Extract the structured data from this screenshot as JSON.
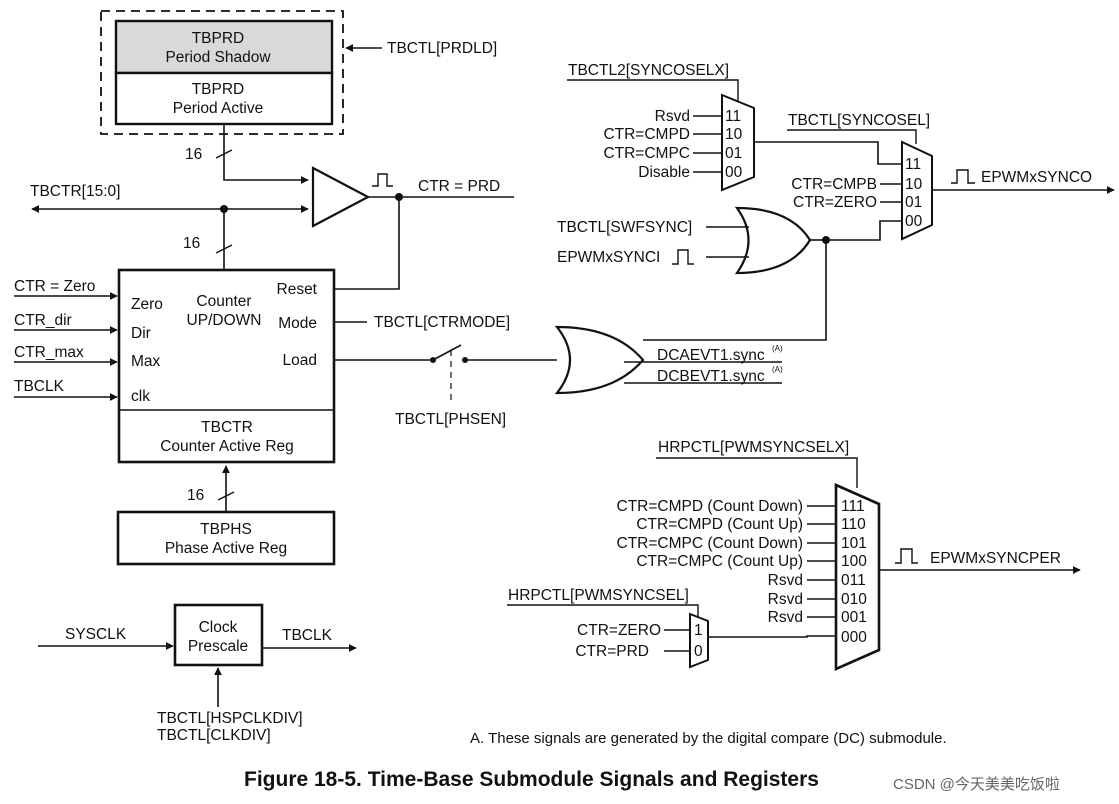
{
  "caption": "Figure 18-5. Time-Base Submodule Signals and Registers",
  "watermark": "CSDN @今天美美吃饭啦",
  "footnote": "A.  These signals are generated by the digital compare (DC) submodule.",
  "footnote_marker": "(A)",
  "blocks": {
    "period_shadow": [
      "TBPRD",
      "Period Shadow"
    ],
    "period_active": [
      "TBPRD",
      "Period Active"
    ],
    "counter_core": [
      "Counter",
      "UP/DOWN"
    ],
    "counter_active": [
      "TBCTR",
      "Counter Active Reg"
    ],
    "phase_active": [
      "TBPHS",
      "Phase Active Reg"
    ],
    "clock_prescale": [
      "Clock",
      "Prescale"
    ]
  },
  "counter_ports": {
    "left": [
      "Zero",
      "Dir",
      "Max",
      "clk"
    ],
    "right": [
      "Reset",
      "Mode",
      "Load"
    ]
  },
  "signals": {
    "prdld": "TBCTL[PRDLD]",
    "tbctr_bus": "TBCTR[15:0]",
    "ctr_prd": "CTR = PRD",
    "bus_width": "16",
    "inputs_left": [
      "CTR = Zero",
      "CTR_dir",
      "CTR_max",
      "TBCLK"
    ],
    "ctrmode": "TBCTL[CTRMODE]",
    "phsen": "TBCTL[PHSEN]",
    "dcaevt": "DCAEVT1.sync",
    "dcbevt": "DCBEVT1.sync",
    "sysclk": "SYSCLK",
    "tbclk_out": "TBCLK",
    "clkdiv": [
      "TBCTL[HSPCLKDIV]",
      "TBCTL[CLKDIV]"
    ],
    "syncoselx": "TBCTL2[SYNCOSELX]",
    "syncosel": "TBCTL[SYNCOSEL]",
    "swfsync": "TBCTL[SWFSYNC]",
    "synci": "EPWMxSYNCI",
    "synco": "EPWMxSYNCO",
    "pwmsyncselx": "HRPCTL[PWMSYNCSELX]",
    "pwmsyncsel": "HRPCTL[PWMSYNCSEL]",
    "syncper": "EPWMxSYNCPER"
  },
  "mux_syncoselx": {
    "inputs": [
      "Rsvd",
      "CTR=CMPD",
      "CTR=CMPC",
      "Disable"
    ],
    "codes": [
      "11",
      "10",
      "01",
      "00"
    ]
  },
  "mux_syncosel": {
    "inputs": [
      "CTR=CMPB",
      "CTR=ZERO"
    ],
    "codes": [
      "11",
      "10",
      "01",
      "00"
    ]
  },
  "mux_pwmsyncselx": {
    "inputs": [
      "CTR=CMPD (Count Down)",
      "CTR=CMPD (Count Up)",
      "CTR=CMPC (Count Down)",
      "CTR=CMPC (Count Up)",
      "Rsvd",
      "Rsvd",
      "Rsvd"
    ],
    "codes": [
      "111",
      "110",
      "101",
      "100",
      "011",
      "010",
      "001",
      "000"
    ]
  },
  "mux_pwmsyncsel": {
    "inputs": [
      "CTR=ZERO",
      "CTR=PRD"
    ],
    "codes": [
      "1",
      "0"
    ]
  }
}
